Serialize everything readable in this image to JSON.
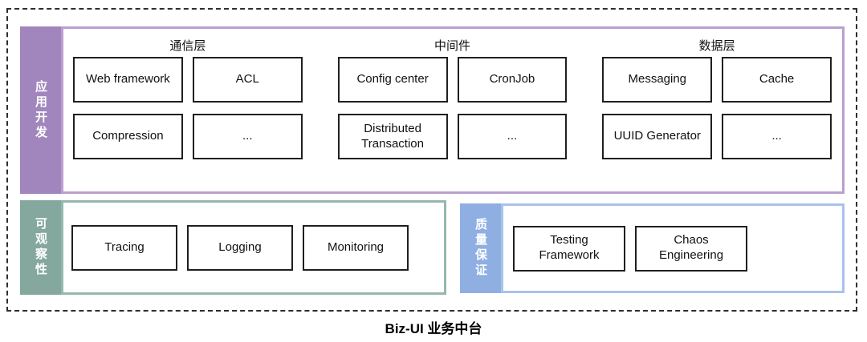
{
  "caption": "Biz-UI 业务中台",
  "colors": {
    "app_sidebar": "#a186bd",
    "app_border": "#b9a0d0",
    "obs_sidebar": "#84a79e",
    "obs_border": "#96b7ae",
    "qa_sidebar": "#8fafe2",
    "qa_border": "#a8c2ec",
    "box_border": "#1f1f1f",
    "boundary_border": "#2e2e2e"
  },
  "sections": {
    "app_dev": {
      "title": "应用开发",
      "groups": [
        {
          "label": "通信层",
          "boxes": [
            "Web framework",
            "ACL",
            "Compression",
            "..."
          ]
        },
        {
          "label": "中间件",
          "boxes": [
            "Config center",
            "CronJob",
            "Distributed Transaction",
            "..."
          ]
        },
        {
          "label": "数据层",
          "boxes": [
            "Messaging",
            "Cache",
            "UUID Generator",
            "..."
          ]
        }
      ]
    },
    "observability": {
      "title": "可观察性",
      "boxes": [
        "Tracing",
        "Logging",
        "Monitoring"
      ]
    },
    "quality": {
      "title": "质量保证",
      "boxes": [
        "Testing Framework",
        "Chaos Engineering"
      ]
    }
  }
}
